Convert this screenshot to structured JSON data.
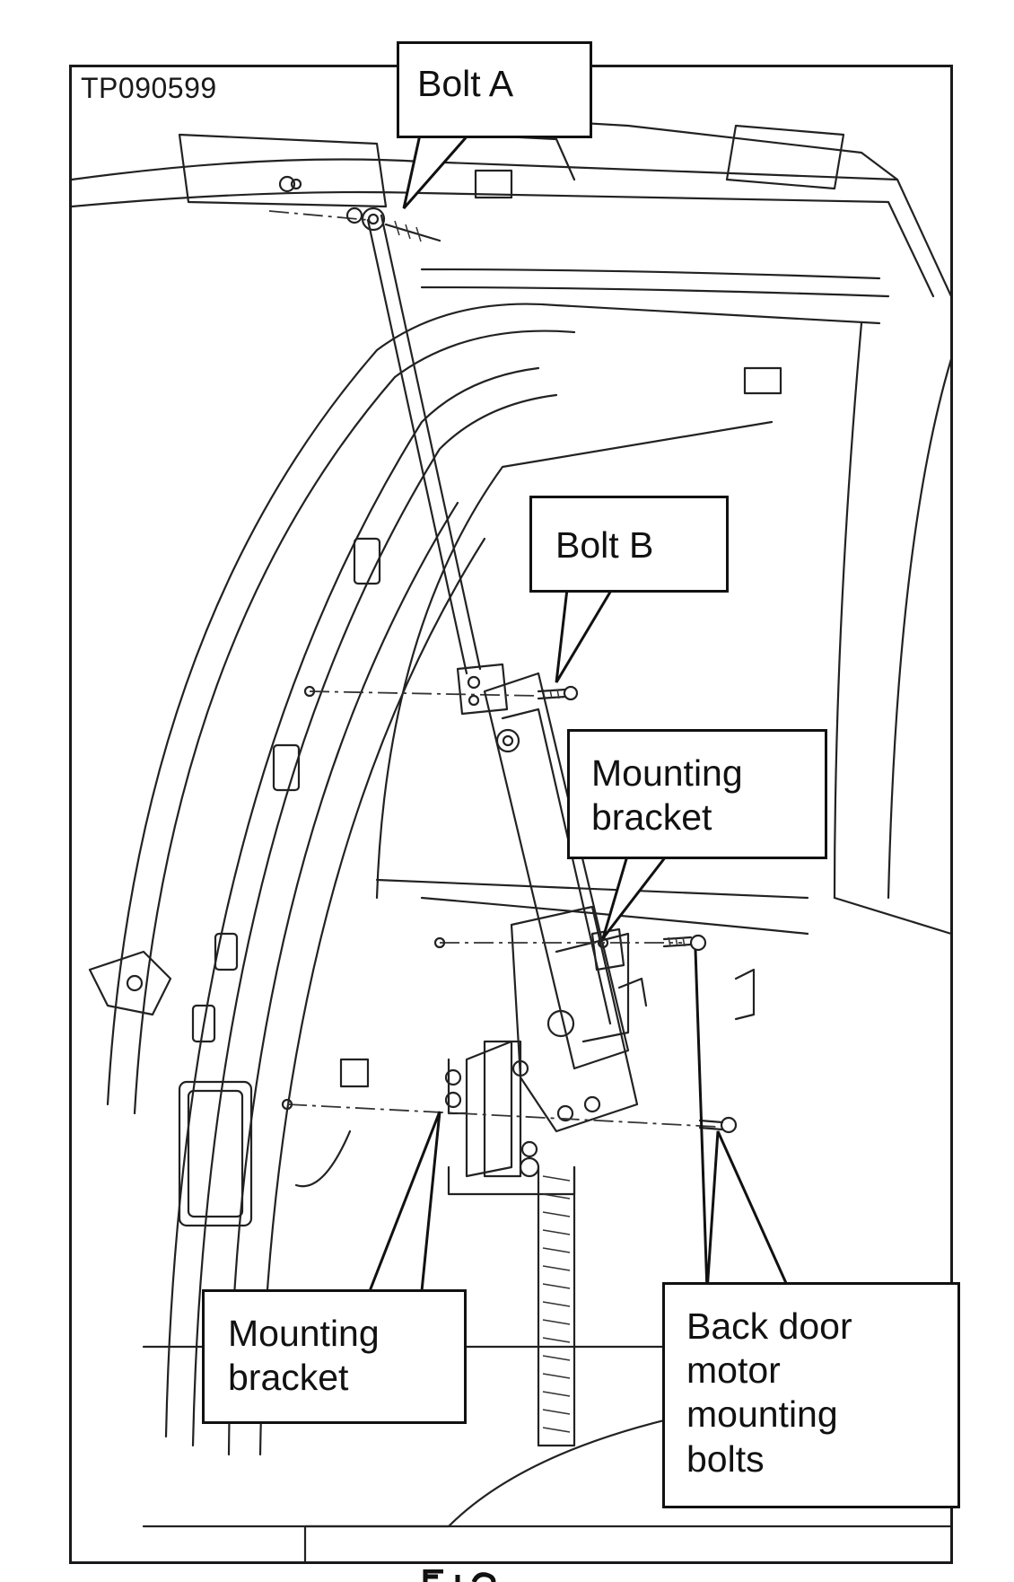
{
  "figure": {
    "id_label": "TP090599",
    "callouts": {
      "bolt_a": "Bolt A",
      "bolt_b": "Bolt B",
      "mounting_bracket_upper": [
        "Mounting",
        "bracket"
      ],
      "mounting_bracket_lower": [
        "Mounting",
        "bracket"
      ],
      "motor_bolts": [
        "Back door",
        "motor",
        "mounting",
        "bolts"
      ]
    }
  }
}
